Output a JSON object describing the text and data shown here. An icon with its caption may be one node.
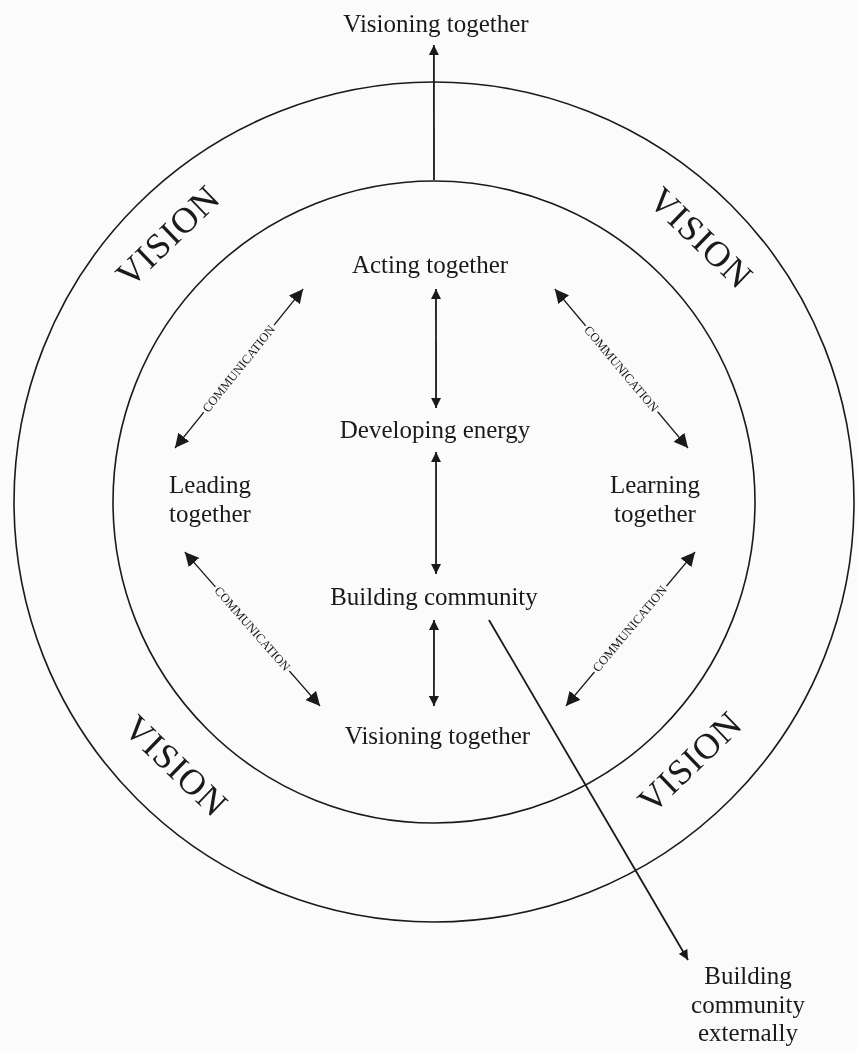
{
  "diagram": {
    "nodes": [
      {
        "text": [
          "VISION",
          "VISION",
          "VISION",
          "VISION"
        ]
      },
      {
        "text": [],
        "shape": "circle",
        "in": 0
      },
      {
        "text": [
          "Acting together"
        ],
        "in": 1
      },
      {
        "text": [
          "Developing energy"
        ],
        "in": 1
      },
      {
        "text": [
          "Leading together"
        ],
        "in": 1
      },
      {
        "text": [
          "Learning together"
        ],
        "in": 1
      },
      {
        "text": [
          "Building community"
        ],
        "in": 1
      },
      {
        "text": [
          "Visioning together"
        ],
        "in": 1
      },
      {
        "text": [
          "Visioning together"
        ]
      },
      {
        "text": [
          "Building community externally"
        ]
      }
    ],
    "edges": [
      {
        "from": 1,
        "to": 8,
        "arrow": "to"
      },
      {
        "from": 2,
        "to": 3,
        "arrow": "both"
      },
      {
        "from": 3,
        "to": 6,
        "arrow": "both"
      },
      {
        "from": 6,
        "to": 7,
        "arrow": "both"
      },
      {
        "from": 4,
        "to": 2,
        "arrow": "both",
        "label": "COMMUNICATION"
      },
      {
        "from": 2,
        "to": 5,
        "arrow": "both",
        "label": "COMMUNICATION"
      },
      {
        "from": 4,
        "to": 7,
        "arrow": "both",
        "label": "COMMUNICATION"
      },
      {
        "from": 7,
        "to": 5,
        "arrow": "both",
        "label": "COMMUNICATION"
      },
      {
        "from": 6,
        "to": 9,
        "arrow": "to"
      }
    ]
  }
}
